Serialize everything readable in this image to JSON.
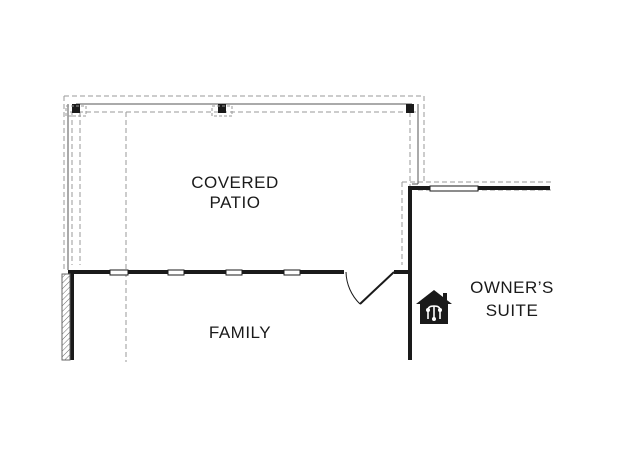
{
  "rooms": {
    "covered_patio": {
      "line1": "COVERED",
      "line2": "PATIO"
    },
    "family": {
      "label": "FAMILY"
    },
    "owners_suite": {
      "line1": "OWNER’S",
      "line2": "SUITE"
    }
  },
  "icons": {
    "smart_home": "smart-home-icon"
  },
  "colors": {
    "wall": "#1a1a1a",
    "dashed_line": "#9a9a9a",
    "background": "#ffffff"
  }
}
